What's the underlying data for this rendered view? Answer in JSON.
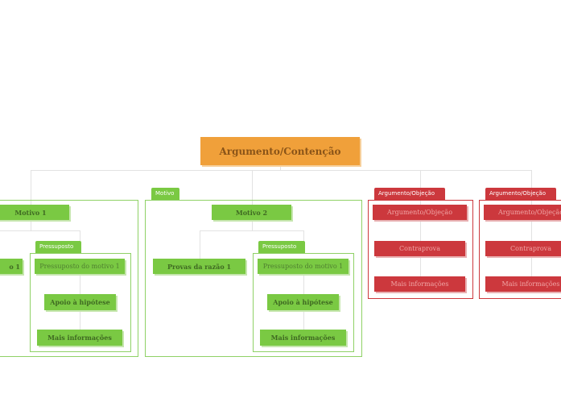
{
  "root": {
    "label": "Argumento/Contenção",
    "color": "#f0a03a"
  },
  "colors": {
    "reason": "#7ac943",
    "objection": "#cc383d"
  },
  "group1": {
    "motivo": "Motivo 1",
    "evidence": "o 1",
    "tag": "Pressuposto",
    "premise": "Pressuposto do motivo 1",
    "support": "Apoio à hipótese",
    "more": "Mais informações"
  },
  "group2": {
    "tag": "Motivo",
    "motivo": "Motivo 2",
    "evidence": "Provas da razão 1",
    "premise_tag": "Pressuposto",
    "premise": "Pressuposto do motivo 1",
    "support": "Apoio à hipótese",
    "more": "Mais informações"
  },
  "objections": [
    {
      "tag": "Argumento/Objeção",
      "title": "Argumento/Objeção",
      "rebuttal": "Contraprova",
      "more": "Mais informações"
    },
    {
      "tag": "Argumento/Objeção",
      "title": "Argumento/Objeção",
      "rebuttal": "Contraprova",
      "more": "Mais informações"
    }
  ]
}
